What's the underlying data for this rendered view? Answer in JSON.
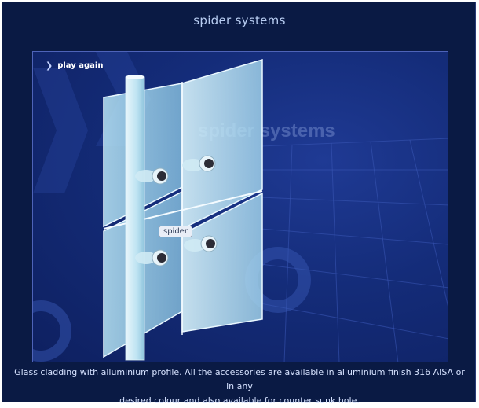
{
  "header": {
    "title": "spider systems"
  },
  "stage": {
    "play_again_label": "play again",
    "watermark": "spider systems",
    "tooltip": "spider"
  },
  "caption": {
    "line1": "Glass cladding with alluminium profile. All the accessories are available in alluminium finish 316 AISA or in any",
    "line2": "desired colour and also available for counter sunk hole."
  },
  "colors": {
    "background": "#0a1a44",
    "stage": "#142c79",
    "title": "#b8cdf2",
    "glass": "#a9dcf2"
  }
}
